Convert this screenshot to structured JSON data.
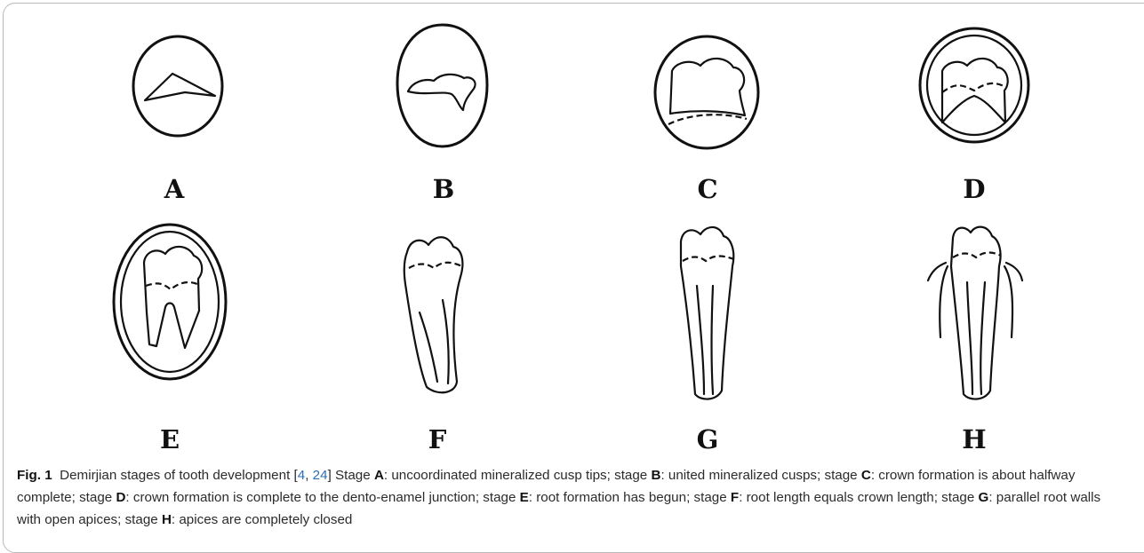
{
  "stages": [
    {
      "label": "A",
      "icon": "stage-a-tooth-icon"
    },
    {
      "label": "B",
      "icon": "stage-b-tooth-icon"
    },
    {
      "label": "C",
      "icon": "stage-c-tooth-icon"
    },
    {
      "label": "D",
      "icon": "stage-d-tooth-icon"
    },
    {
      "label": "E",
      "icon": "stage-e-tooth-icon"
    },
    {
      "label": "F",
      "icon": "stage-f-tooth-icon"
    },
    {
      "label": "G",
      "icon": "stage-g-tooth-icon"
    },
    {
      "label": "H",
      "icon": "stage-h-tooth-icon"
    }
  ],
  "caption": {
    "fig_label": "Fig. 1",
    "intro": "Demirjian stages of tooth development [",
    "ref1": "4",
    "ref_sep": ", ",
    "ref2": "24",
    "intro_end": "] ",
    "items": [
      {
        "prefix": "Stage ",
        "letter": "A",
        "text": ": uncoordinated mineralized cusp tips; "
      },
      {
        "prefix": "stage ",
        "letter": "B",
        "text": ": united mineralized cusps; "
      },
      {
        "prefix": "stage ",
        "letter": "C",
        "text": ": crown formation is about halfway complete; "
      },
      {
        "prefix": "stage ",
        "letter": "D",
        "text": ": crown formation is complete to the dento-enamel junction; "
      },
      {
        "prefix": "stage ",
        "letter": "E",
        "text": ": root formation has begun; "
      },
      {
        "prefix": "stage ",
        "letter": "F",
        "text": ": root length equals crown length; "
      },
      {
        "prefix": "stage ",
        "letter": "G",
        "text": ": parallel root walls with open apices; "
      },
      {
        "prefix": "stage ",
        "letter": "H",
        "text": ": apices are completely closed"
      }
    ]
  }
}
